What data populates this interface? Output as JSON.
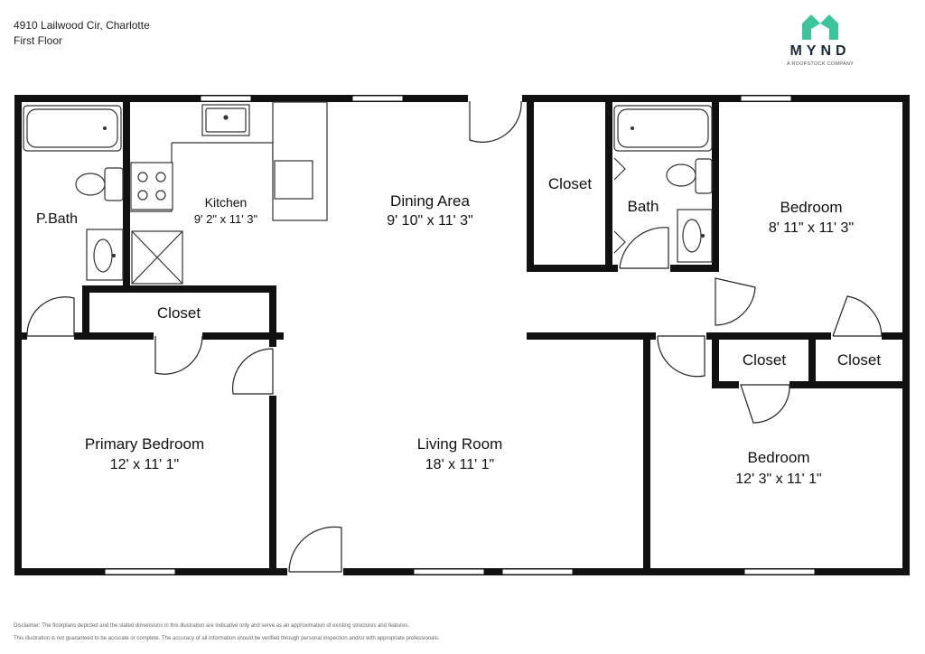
{
  "header": {
    "address": "4910 Lailwood Cir, Charlotte",
    "floor": "First Floor"
  },
  "logo": {
    "name": "MYND",
    "tagline": "A ROOFSTOCK COMPANY",
    "color": "#3cc49a"
  },
  "rooms": {
    "pbath": {
      "name": "P.Bath"
    },
    "kitchen": {
      "name": "Kitchen",
      "dims": "9' 2\" x 11' 3\""
    },
    "dining": {
      "name": "Dining Area",
      "dims": "9' 10\" x 11' 3\""
    },
    "closet_hall": {
      "name": "Closet"
    },
    "bath": {
      "name": "Bath"
    },
    "bedroom_ne": {
      "name": "Bedroom",
      "dims": "8' 11\" x 11' 3\""
    },
    "closet_kitchen": {
      "name": "Closet"
    },
    "primary": {
      "name": "Primary Bedroom",
      "dims": "12' x 11' 1\""
    },
    "living": {
      "name": "Living Room",
      "dims": "18' x 11' 1\""
    },
    "closet_se1": {
      "name": "Closet"
    },
    "closet_se2": {
      "name": "Closet"
    },
    "bedroom_se": {
      "name": "Bedroom",
      "dims": "12' 3\" x 11' 1\""
    }
  },
  "disclaimer": {
    "line1": "Disclaimer: The floorplans depicted and the stated dimensions in this illustration are indicative only and serve as an approximation of existing structures and features.",
    "line2": "This illustration is not guaranteed to be accurate or complete. The accuracy of all information should be verified through personal inspection and/or with appropriate professionals."
  },
  "colors": {
    "wall": "#111111",
    "fixture": "#333333",
    "background": "#ffffff"
  }
}
